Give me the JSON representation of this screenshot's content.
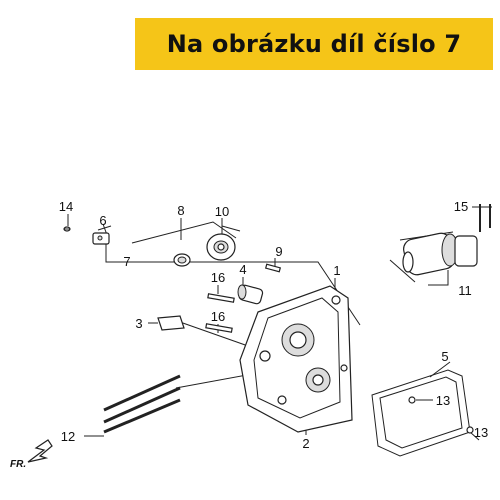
{
  "banner": {
    "text": "Na obrázku díl číslo 7",
    "color": "#f5c518"
  },
  "callouts": {
    "c1": "1",
    "c2": "2",
    "c3": "3",
    "c4": "4",
    "c5": "5",
    "c6": "6",
    "c7": "7",
    "c8": "8",
    "c9": "9",
    "c10": "10",
    "c11": "11",
    "c12": "12",
    "c13a": "13",
    "c13b": "13",
    "c14": "14",
    "c15": "15",
    "c16a": "16",
    "c16b": "16"
  },
  "direction_label": "FR."
}
